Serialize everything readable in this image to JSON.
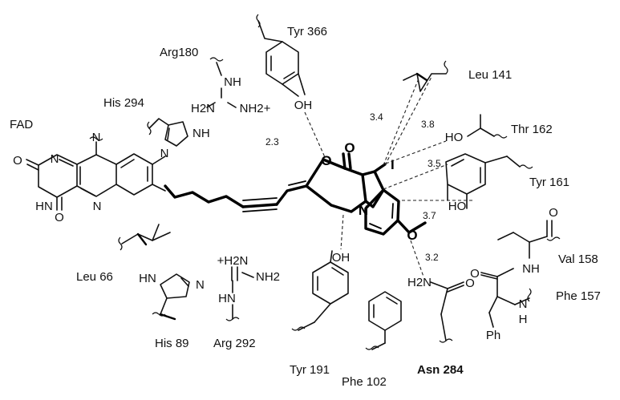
{
  "residues": {
    "tyr366": "Tyr 366",
    "arg180": "Arg180",
    "leu141": "Leu 141",
    "his294": "His 294",
    "fad": "FAD",
    "thr162": "Thr 162",
    "tyr161": "Tyr 161",
    "val158": "Val 158",
    "phe157": "Phe 157",
    "leu66": "Leu 66",
    "his89": "His 89",
    "arg292": "Arg 292",
    "tyr191": "Tyr 191",
    "phe102": "Phe 102",
    "asn284": "Asn 284"
  },
  "atoms": {
    "nh": "NH",
    "h2n": "H2N",
    "nh2plus": "NH2+",
    "oh": "OH",
    "n": "N",
    "o": "O",
    "i": "I",
    "ho": "HO",
    "hn": "HN",
    "plus_h2n": "+H2N",
    "nh2": "NH2",
    "ph": "Ph",
    "h": "H"
  },
  "distances": {
    "d23": "2.3",
    "d34": "3.4",
    "d38": "3.8",
    "d35": "3.5",
    "d37": "3.7",
    "d32": "3.2"
  }
}
